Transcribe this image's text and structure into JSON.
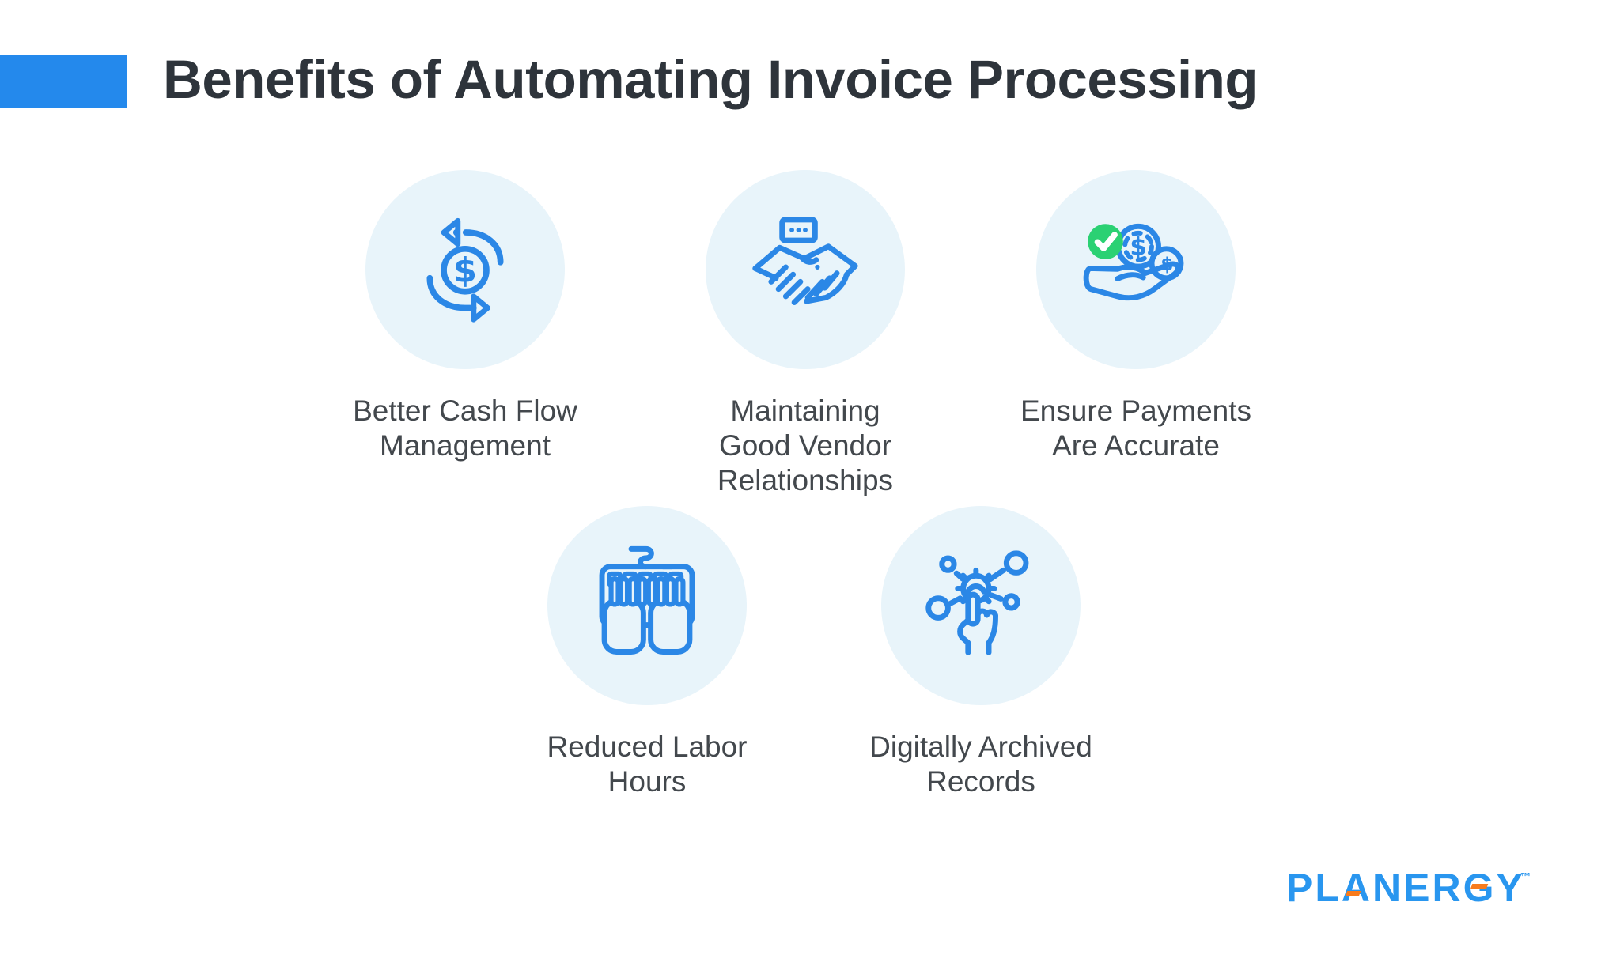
{
  "title": "Benefits of Automating Invoice Processing",
  "benefits": [
    {
      "icon": "cash-cycle-icon",
      "label": "Better Cash Flow\nManagement"
    },
    {
      "icon": "handshake-icon",
      "label": "Maintaining\nGood Vendor\nRelationships"
    },
    {
      "icon": "payment-accuracy-icon",
      "label": "Ensure Payments\nAre Accurate"
    },
    {
      "icon": "keyboard-hands-icon",
      "label": "Reduced Labor\nHours"
    },
    {
      "icon": "digital-records-icon",
      "label": "Digitally Archived\nRecords"
    }
  ],
  "icons": {
    "currency_symbol": "$"
  },
  "logo": {
    "text": "PLANERGY",
    "trademark": "™"
  },
  "colors": {
    "accent_blue": "#2489ec",
    "icon_blue": "#2b87e6",
    "icon_circle_bg": "#e8f4fa",
    "check_green": "#2bd173",
    "title_text": "#2e343b",
    "label_text": "#43484d",
    "logo_blue": "#2996ef",
    "logo_orange": "#f87b1c"
  }
}
